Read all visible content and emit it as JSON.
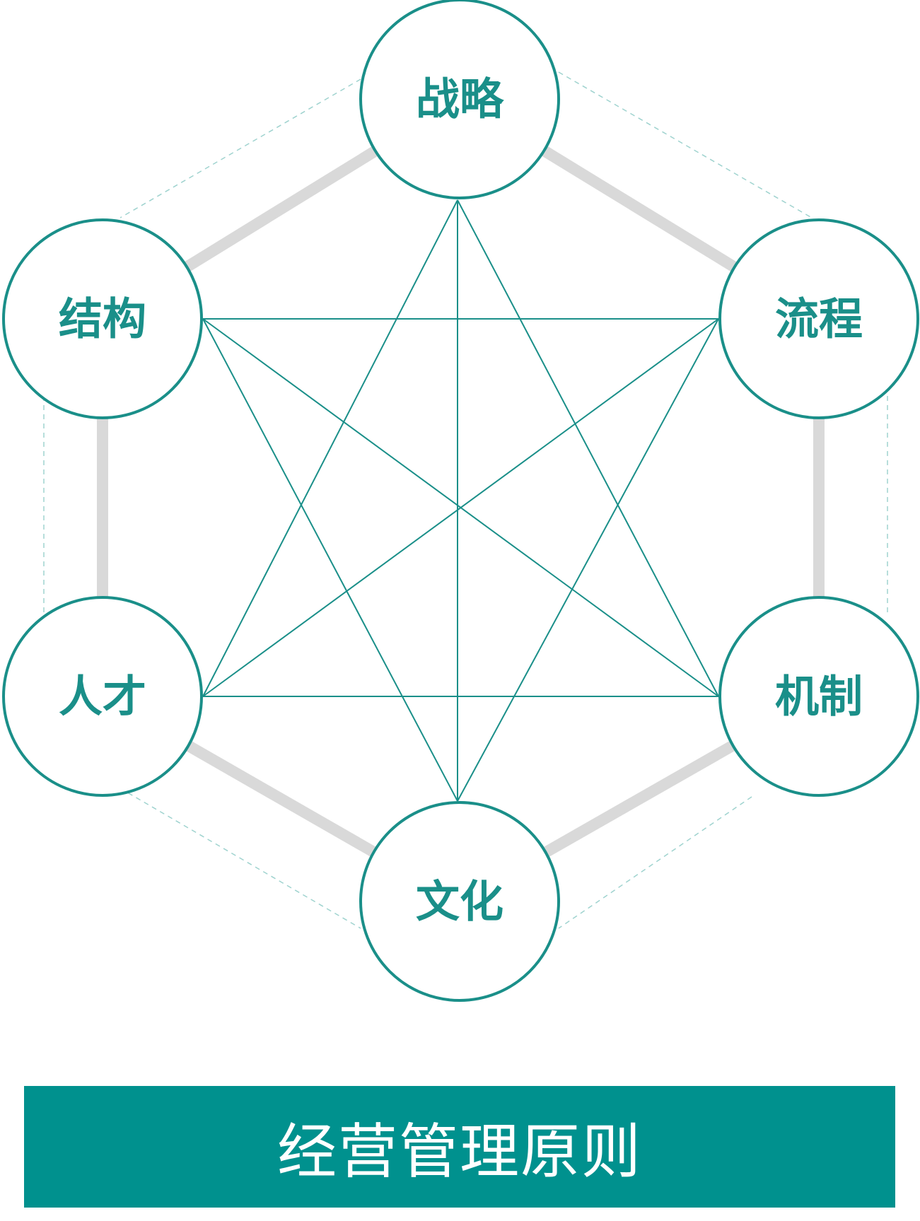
{
  "colors": {
    "accent": "#1a8f89",
    "hexagon": "#d9d9d9",
    "dashed": "#9fd3cf",
    "caption_bg": "#00918e",
    "caption_text": "#ffffff",
    "node_fill": "#ffffff"
  },
  "nodes": [
    {
      "id": "strategy",
      "label": "战略"
    },
    {
      "id": "process",
      "label": "流程"
    },
    {
      "id": "mechanism",
      "label": "机制"
    },
    {
      "id": "culture",
      "label": "文化"
    },
    {
      "id": "talent",
      "label": "人才"
    },
    {
      "id": "structure",
      "label": "结构"
    }
  ],
  "caption": {
    "text": "经营管理原则"
  }
}
